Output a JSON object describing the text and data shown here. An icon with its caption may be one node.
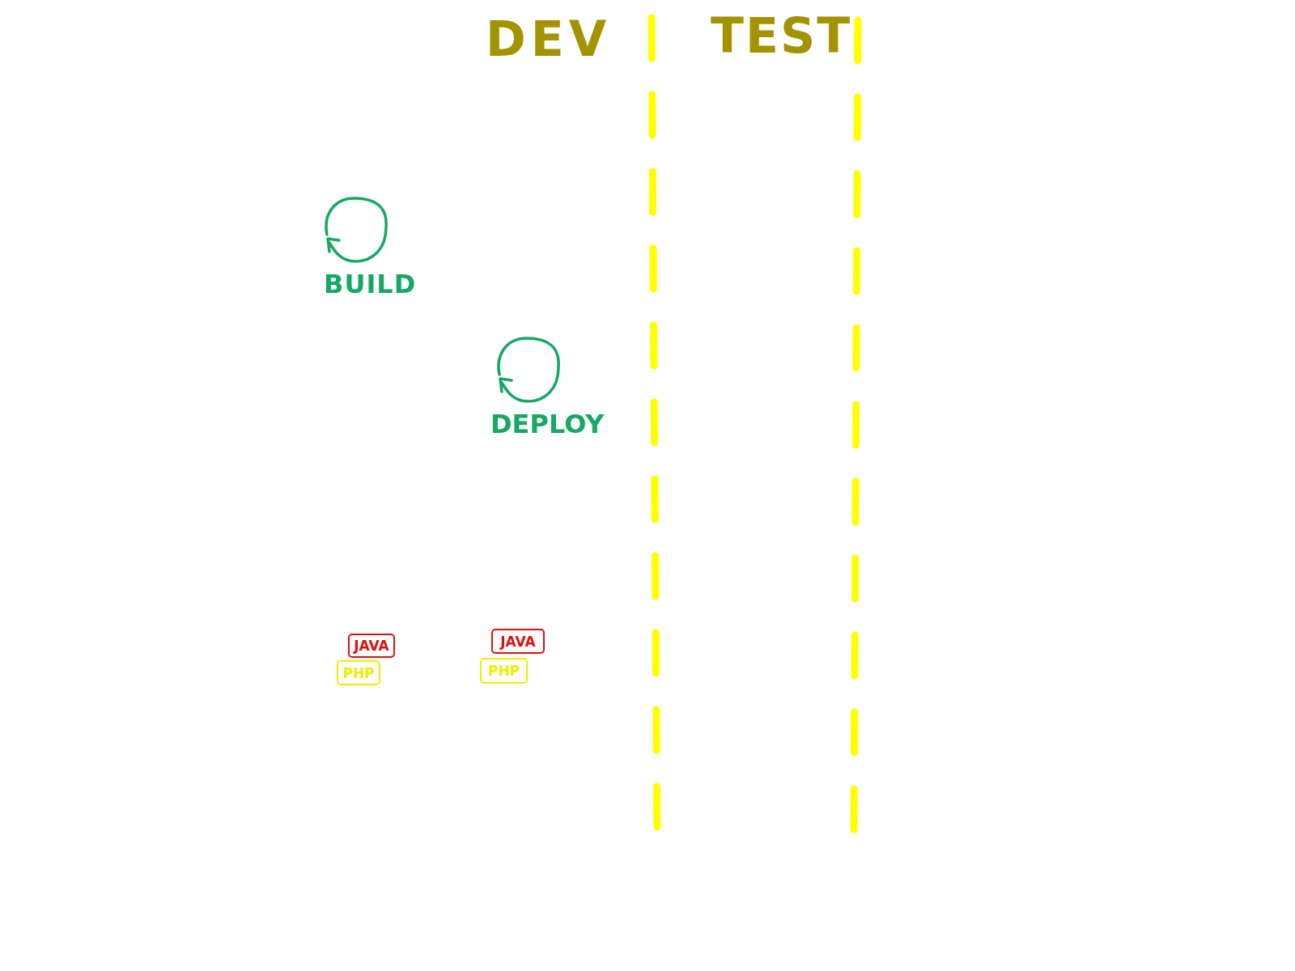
{
  "diagram": {
    "nodes": [
      {
        "text": [
          "JAVA"
        ]
      },
      {
        "text": [
          "PHP"
        ]
      },
      {
        "text": [
          "JAVA"
        ]
      },
      {
        "text": [
          "PHP"
        ]
      }
    ],
    "labels": [
      "DEV",
      "TEST",
      "BUILD",
      "DEPLOY"
    ]
  }
}
